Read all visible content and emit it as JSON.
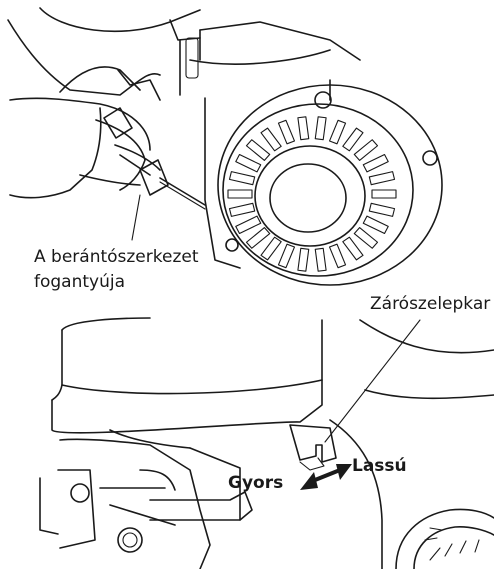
{
  "labels": {
    "starter_handle_line1": "A berántószerkezet",
    "starter_handle_line2": "fogantyúja",
    "choke_lever": "Zárószelepkar",
    "fast": "Gyors",
    "slow": "Lassú"
  },
  "colors": {
    "ink": "#1a1a1a",
    "background": "#ffffff"
  }
}
